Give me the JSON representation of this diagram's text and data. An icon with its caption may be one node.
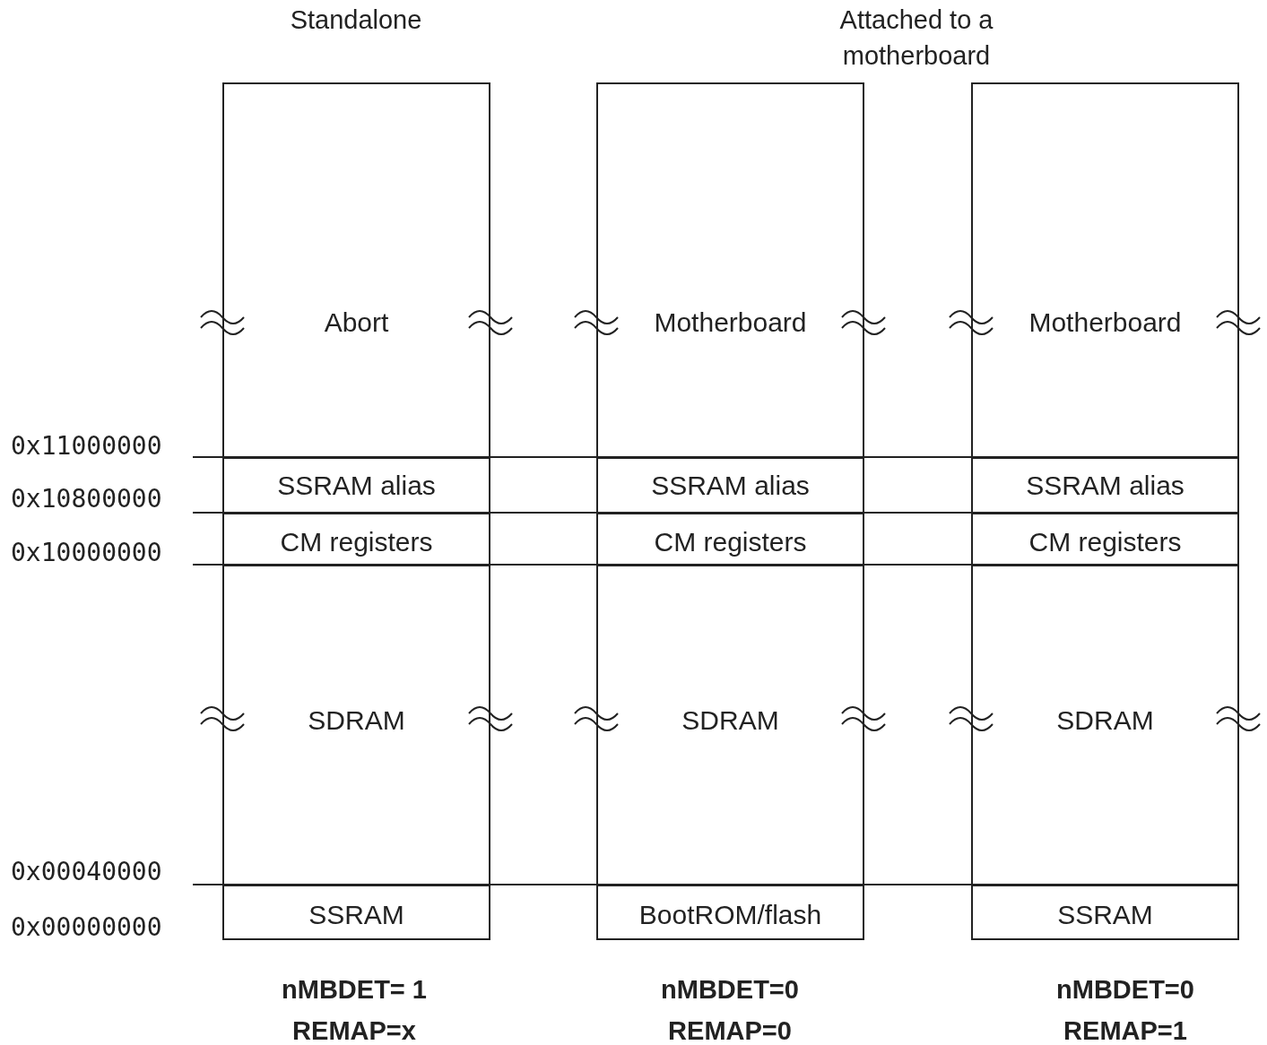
{
  "diagram": {
    "nodes": [
      {
        "text": [
          "Abort"
        ]
      },
      {
        "text": [
          "SSRAM alias"
        ]
      },
      {
        "text": [
          "CM registers"
        ]
      },
      {
        "text": [
          "SDRAM"
        ]
      },
      {
        "text": [
          "SSRAM"
        ]
      },
      {
        "text": [
          "Motherboard"
        ]
      },
      {
        "text": [
          "SSRAM alias"
        ]
      },
      {
        "text": [
          "CM registers"
        ]
      },
      {
        "text": [
          "SDRAM"
        ]
      },
      {
        "text": [
          "BootROM/flash"
        ]
      },
      {
        "text": [
          "Motherboard"
        ]
      },
      {
        "text": [
          "SSRAM alias"
        ]
      },
      {
        "text": [
          "CM registers"
        ]
      },
      {
        "text": [
          "SDRAM"
        ]
      },
      {
        "text": [
          "SSRAM"
        ]
      }
    ],
    "edges": [],
    "labels": [
      "Standalone",
      "Attached to a motherboard",
      "0x11000000",
      "0x10800000",
      "0x10000000",
      "0x00040000",
      "0x00000000",
      "nMBDET= 1",
      "nMBDET=0",
      "nMBDET=0",
      "REMAP=x",
      "REMAP=0",
      "REMAP=1"
    ]
  }
}
